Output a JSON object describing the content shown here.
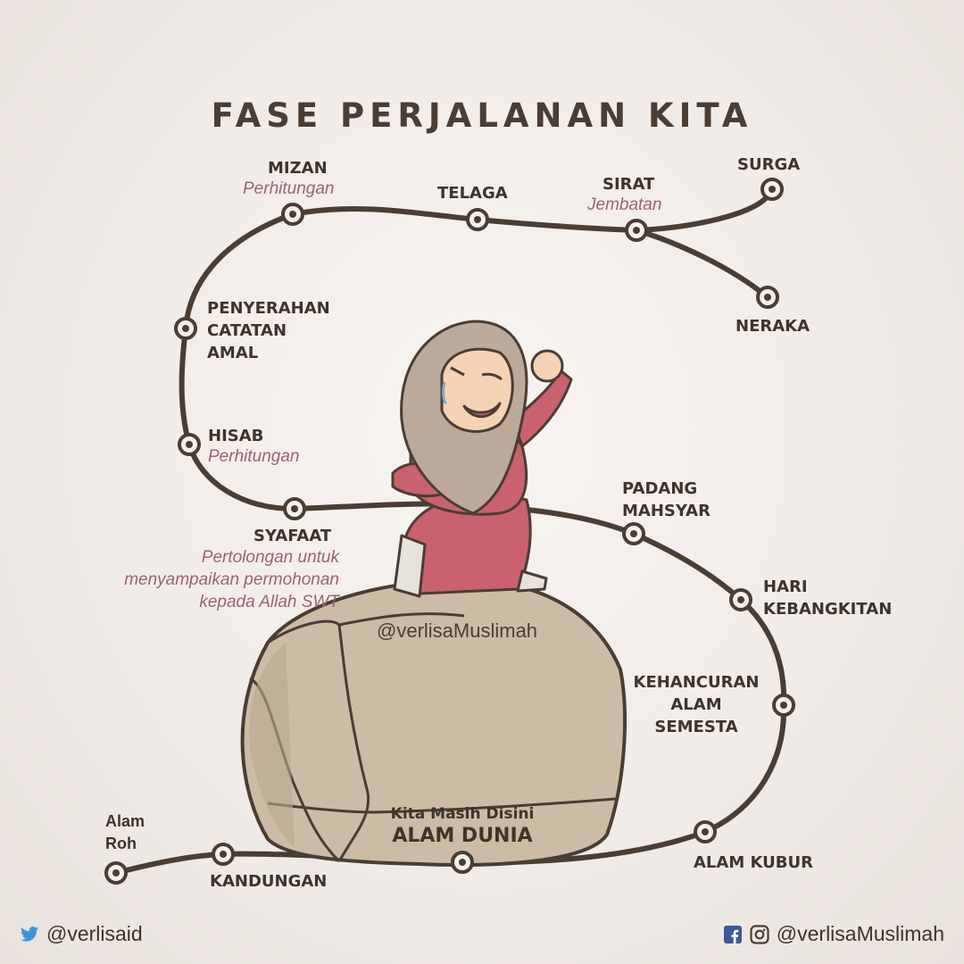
{
  "title": "FASE PERJALANAN KITA",
  "stations": {
    "alam_roh": "Alam\nRoh",
    "kandungan": "KANDUNGAN",
    "alam_dunia_caption": "Kita Masih Disini",
    "alam_dunia": "ALAM DUNIA",
    "alam_kubur": "ALAM KUBUR",
    "kehancuran": "KEHANCURAN\nALAM\nSEMESTA",
    "hari_kebangkitan": "HARI\nKEBANGKITAN",
    "padang_mahsyar": "PADANG\nMAHSYAR",
    "syafaat": "SYAFAAT",
    "syafaat_sub": "Pertolongan untuk\nmenyampaikan permohonan\nkepada Allah SWT",
    "hisab": "HISAB",
    "hisab_sub": "Perhitungan",
    "penyerahan": "PENYERAHAN\nCATATAN\nAMAL",
    "mizan": "MIZAN",
    "mizan_sub": "Perhitungan",
    "telaga": "TELAGA",
    "sirat": "SIRAT",
    "sirat_sub": "Jembatan",
    "surga": "SURGA",
    "neraka": "NERAKA"
  },
  "watermark": "@verlisaMuslimah",
  "footer": {
    "twitter_icon": "twitter-bird-icon",
    "twitter_handle": "@verlisaid",
    "facebook_icon": "facebook-icon",
    "instagram_icon": "instagram-icon",
    "social_handle": "@verlisaMuslimah"
  },
  "colors": {
    "path": "#4a3d34",
    "accent_text": "#9b6274",
    "rock": "#cdbba5",
    "dress": "#c9626d",
    "hijab": "#bca999"
  }
}
